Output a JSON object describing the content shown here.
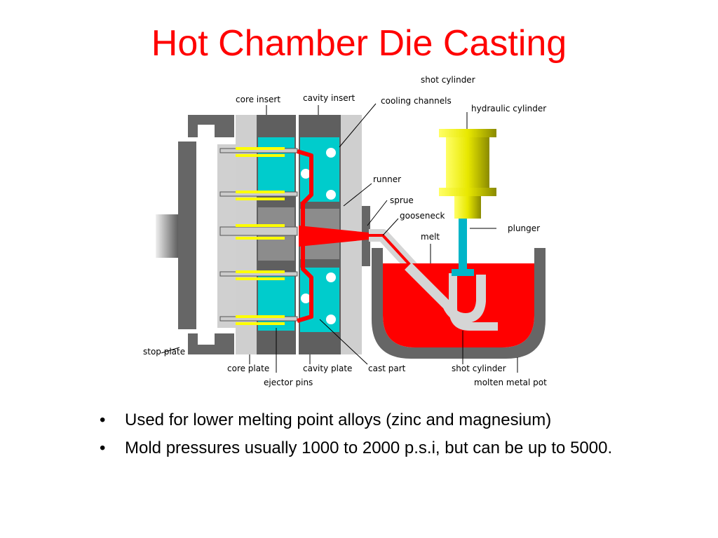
{
  "slide": {
    "title": "Hot Chamber Die Casting",
    "colors": {
      "title": "#ff0000",
      "cavity": "#00cccc",
      "melt": "#ff0000",
      "cylinder": "#e8e800",
      "metal": "#666666"
    },
    "diagram": {
      "labels": {
        "shot_cylinder_top": "shot cylinder",
        "core_insert": "core insert",
        "cavity_insert": "cavity insert",
        "cooling_channels": "cooling channels",
        "hydraulic_cylinder": "hydraulic cylinder",
        "runner": "runner",
        "sprue": "sprue",
        "gooseneck": "gooseneck",
        "plunger": "plunger",
        "melt": "melt",
        "stop_plate": "stop plate",
        "core_plate": "core plate",
        "cavity_plate": "cavity plate",
        "cast_part": "cast part",
        "shot_cylinder_bottom": "shot cylinder",
        "ejector_pins": "ejector pins",
        "molten_metal_pot": "molten metal pot"
      }
    },
    "bullets": [
      {
        "marker": "•",
        "text": "Used for lower melting point alloys (zinc and magnesium)"
      },
      {
        "marker": "•",
        "text": "Mold pressures usually 1000  to 2000 p.s.i, but can be up to 5000."
      }
    ]
  }
}
